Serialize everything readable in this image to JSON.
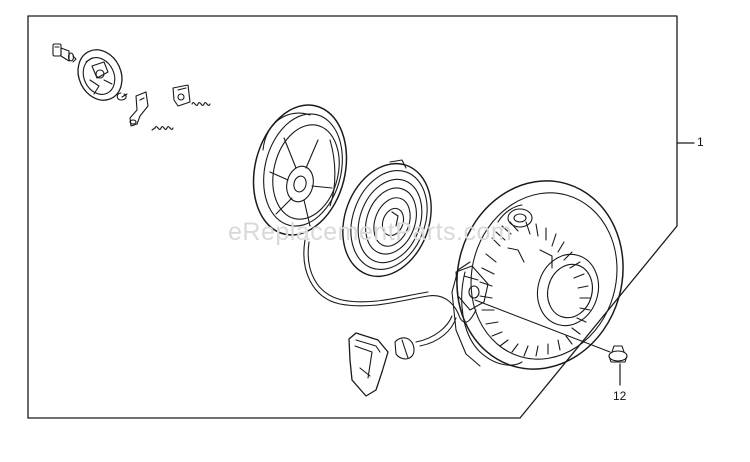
{
  "callouts": {
    "assembly": "1",
    "bolt": "12"
  },
  "watermark": "eReplacementParts.com",
  "colors": {
    "line": "#1a1a1a",
    "watermark": "#d9d9d9"
  }
}
